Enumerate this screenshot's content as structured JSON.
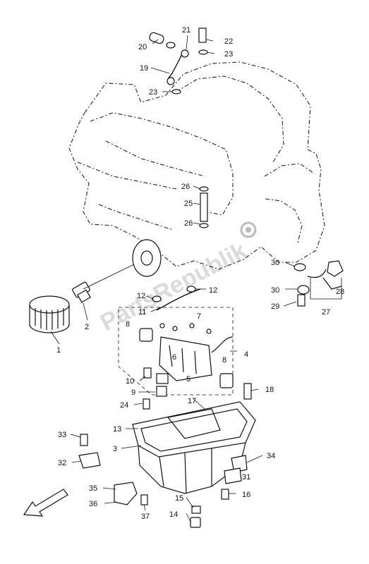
{
  "diagram": {
    "watermark": "PartsRepublik",
    "callouts": [
      "1",
      "2",
      "3",
      "4",
      "5",
      "6",
      "7",
      "8",
      "8",
      "9",
      "10",
      "11",
      "12",
      "12",
      "13",
      "14",
      "15",
      "16",
      "17",
      "18",
      "19",
      "20",
      "21",
      "22",
      "23",
      "23",
      "24",
      "25",
      "26",
      "26",
      "27",
      "28",
      "29",
      "30",
      "30",
      "31",
      "32",
      "33",
      "34",
      "35",
      "36",
      "37"
    ],
    "colors": {
      "line": "#111111",
      "watermark": "#cfcfcf",
      "background": "#ffffff"
    },
    "icons": [
      "front-direction-arrow-icon",
      "gear-logo-icon"
    ]
  }
}
